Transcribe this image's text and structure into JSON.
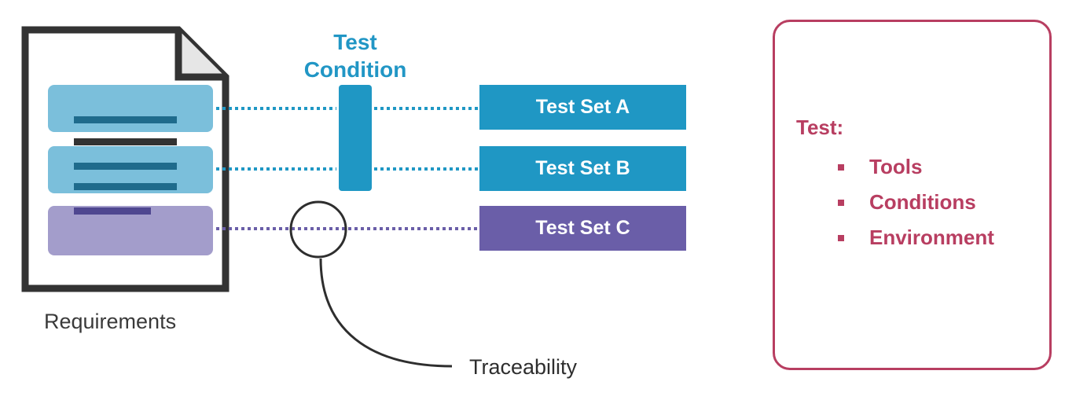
{
  "requirements": {
    "label": "Requirements"
  },
  "test_condition": {
    "title_line1": "Test",
    "title_line2": "Condition"
  },
  "test_sets": [
    {
      "label": "Test Set A",
      "color": "#1f97c4"
    },
    {
      "label": "Test Set B",
      "color": "#1f97c4"
    },
    {
      "label": "Test Set C",
      "color": "#6a5ea8"
    }
  ],
  "traceability": {
    "label": "Traceability"
  },
  "panel": {
    "title": "Test:",
    "items": [
      "Tools",
      "Conditions",
      "Environment"
    ],
    "color": "#b83e61"
  },
  "colors": {
    "blue": "#1f97c4",
    "light_blue": "#7bbfdb",
    "purple": "#6a5ea8",
    "light_purple": "#a39dcb",
    "dark": "#333333"
  }
}
